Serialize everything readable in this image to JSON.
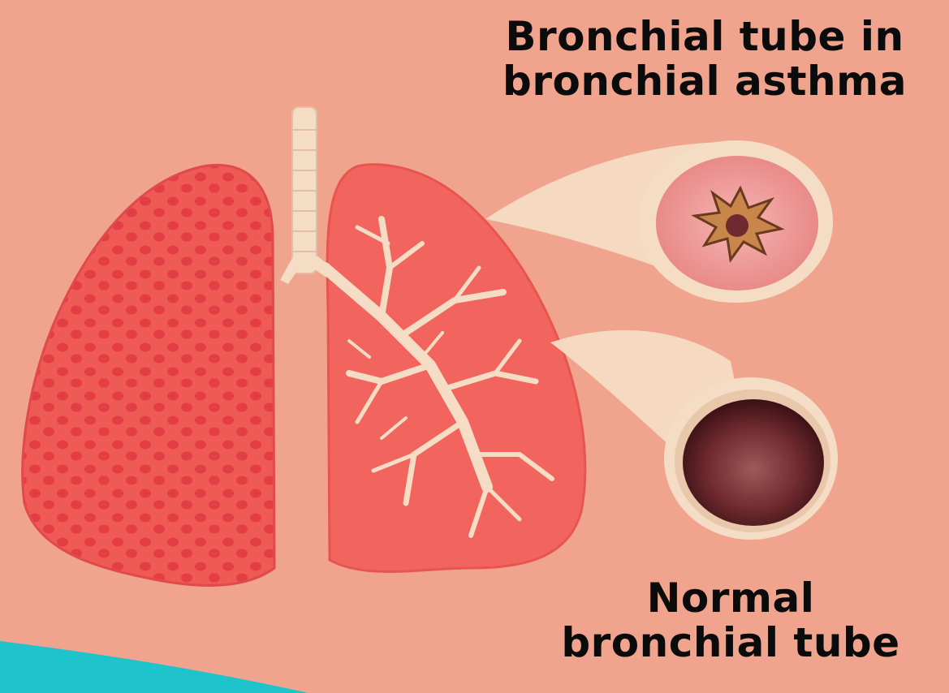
{
  "labels": {
    "asthma": {
      "line1": "Bronchial tube in",
      "line2": "bronchial asthma"
    },
    "normal": {
      "line1": "Normal",
      "line2": "bronchial tube"
    }
  },
  "colors": {
    "background": "#f1a48d",
    "lung_left": "#ef5a55",
    "lung_right": "#f2655e",
    "airway": "#f5dcc4",
    "constricted_wall": "#e98f8e",
    "normal_lumen": "#6e2a2e",
    "accent_band": "#1fc3cc"
  }
}
